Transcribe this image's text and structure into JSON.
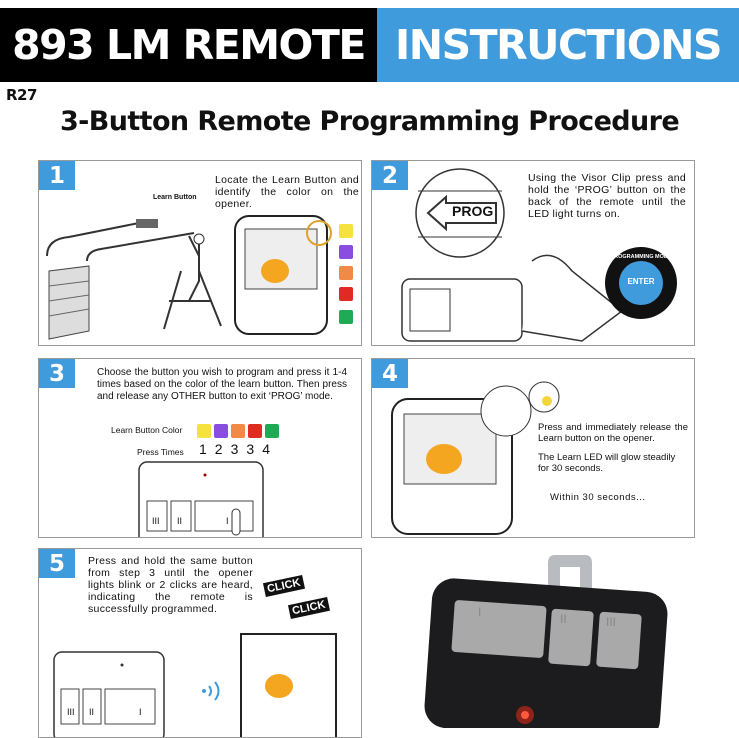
{
  "header": {
    "left": "893 LM REMOTE",
    "right": "INSTRUCTIONS",
    "code": "R27",
    "title": "3-Button Remote Programming Procedure"
  },
  "colors": {
    "blue": "#3f9bdb",
    "yellow": "#f5e23c",
    "purple": "#8a4de0",
    "orange": "#f08a46",
    "red": "#e02b22",
    "green": "#1fab55"
  },
  "steps": [
    {
      "num": "1",
      "text": "Locate the Learn Button and identify the color on the opener.",
      "label": "Learn Button"
    },
    {
      "num": "2",
      "text": "Using the Visor Clip press and hold the ‘PROG’ button on the back of the remote until the LED light turns on.",
      "prog": "PROG",
      "badge_ring": "PROGRAMMING MODE",
      "badge_center": "ENTER"
    },
    {
      "num": "3",
      "text": "Choose the button you wish to program and press it 1-4 times based on the color of the learn button. Then press and release any OTHER button to exit ‘PROG’ mode.",
      "color_label": "Learn Button Color",
      "press_label": "Press Times",
      "press_times": [
        "1",
        "2",
        "3",
        "3",
        "4"
      ]
    },
    {
      "num": "4",
      "text1": "Press and immediately release the Learn button on the opener.",
      "text2": "The Learn LED will glow steadily for 30 seconds.",
      "text3": "Within 30 seconds..."
    },
    {
      "num": "5",
      "text": "Press and hold the same button from step 3 until the opener lights blink or 2 clicks are heard, indicating the remote is successfully programmed.",
      "sound": "CLICK"
    }
  ],
  "remote_buttons": [
    "III",
    "II",
    "I"
  ]
}
